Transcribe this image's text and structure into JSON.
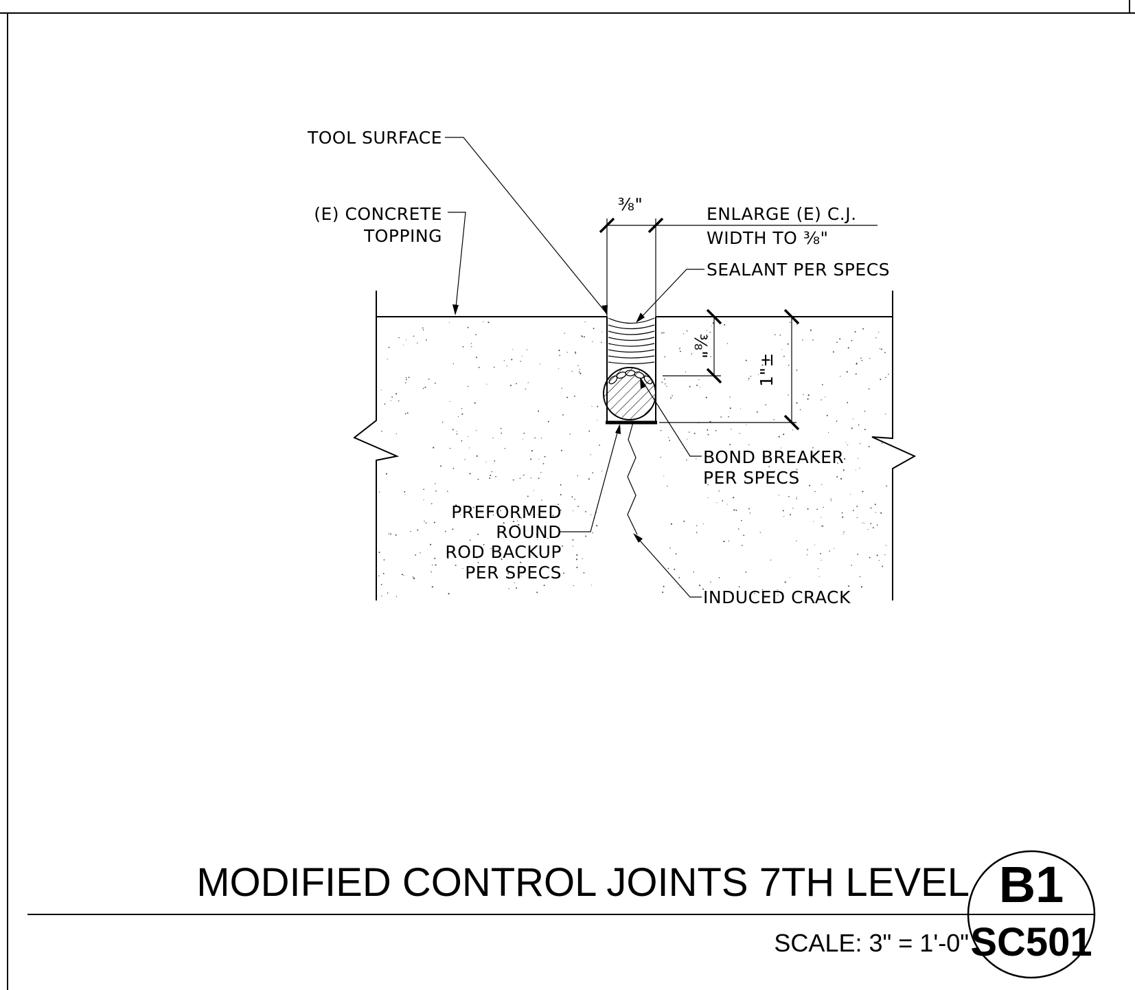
{
  "labels": {
    "tool_surface": "TOOL SURFACE",
    "concrete_line1": "(E) CONCRETE",
    "concrete_line2": "TOPPING",
    "dim_top": "⅜\"",
    "enlarge_line1": "ENLARGE (E) C.J.",
    "enlarge_line2": "WIDTH TO ⅜\"",
    "sealant": "SEALANT PER SPECS",
    "dim_sealant_depth": "⅜\"",
    "dim_total_depth": "1\"±",
    "bond_line1": "BOND BREAKER",
    "bond_line2": "PER SPECS",
    "rod_line1": "PREFORMED",
    "rod_line2": "ROUND",
    "rod_line3": "ROD BACKUP",
    "rod_line4": "PER SPECS",
    "crack": "INDUCED CRACK"
  },
  "title_block": {
    "title": "MODIFIED CONTROL JOINTS 7TH LEVEL",
    "scale": "SCALE: 3\" = 1'-0\"",
    "detail_number": "B1",
    "sheet_number": "SC501"
  }
}
